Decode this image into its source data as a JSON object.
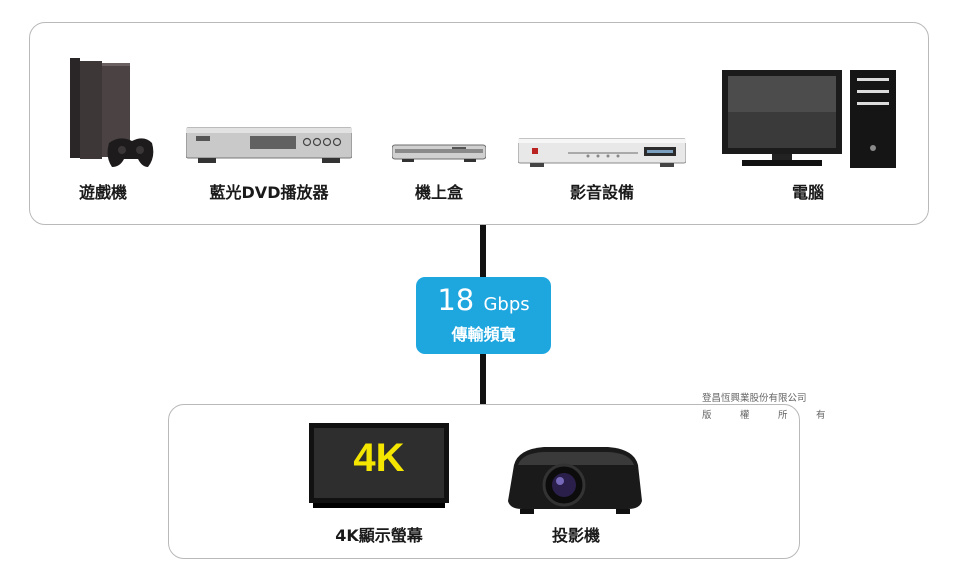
{
  "source_devices": [
    {
      "label": "遊戲機",
      "icon": "game-console-icon"
    },
    {
      "label": "藍光DVD播放器",
      "icon": "bluray-player-icon"
    },
    {
      "label": "機上盒",
      "icon": "set-top-box-icon"
    },
    {
      "label": "影音設備",
      "icon": "av-receiver-icon"
    },
    {
      "label": "電腦",
      "icon": "desktop-computer-icon"
    }
  ],
  "link": {
    "speed_number": "18",
    "speed_unit": "Gbps",
    "caption": "傳輸頻寬",
    "badge_color": "#1ea6df"
  },
  "display_devices": [
    {
      "label": "4K顯示螢幕",
      "icon": "4k-monitor-icon",
      "screen_text": "4K"
    },
    {
      "label": "投影機",
      "icon": "projector-icon"
    }
  ],
  "copyright": {
    "company": "登昌恆興業股份有限公司",
    "rights": [
      "版",
      "權",
      "所",
      "有"
    ]
  },
  "colors": {
    "cable": "#111111",
    "panel_border": "#b9b9b9",
    "screen_text": "#f5e600"
  }
}
